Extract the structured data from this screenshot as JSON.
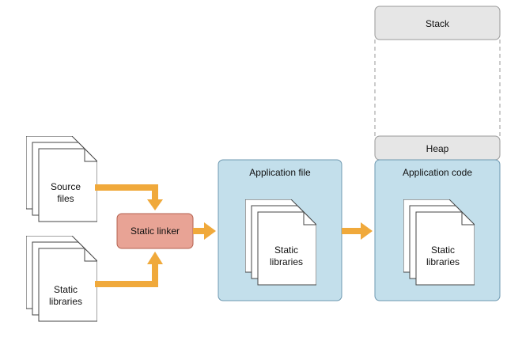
{
  "source_files": {
    "line1": "Source",
    "line2": "files"
  },
  "static_libraries_input": {
    "line1": "Static",
    "line2": "libraries"
  },
  "static_linker": {
    "label": "Static linker"
  },
  "application_file": {
    "title": "Application file",
    "library_line1": "Static",
    "library_line2": "libraries"
  },
  "memory": {
    "stack_label": "Stack",
    "heap_label": "Heap",
    "application_code": {
      "title": "Application code",
      "library_line1": "Static",
      "library_line2": "libraries"
    }
  },
  "colors": {
    "arrow": "#f0a93b",
    "linker_fill": "#e8a395",
    "linker_stroke": "#b5614f",
    "blue_fill": "#c3dfeb",
    "blue_stroke": "#6e98b0",
    "gray_fill": "#e6e6e6",
    "gray_stroke": "#9a9a9a",
    "doc_stroke": "#444444"
  }
}
